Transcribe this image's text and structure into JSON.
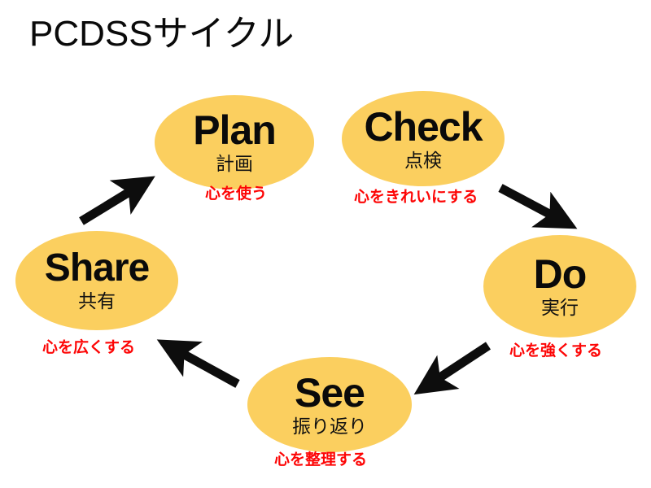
{
  "page": {
    "title": "PCDSSサイクル",
    "background_color": "#ffffff",
    "bubble_color": "#fbcf5f",
    "text_color": "#0a0a0a",
    "caption_color": "#fd0505",
    "arrow_color": "#0d0d0d"
  },
  "diagram": {
    "type": "cycle",
    "direction": "counter-clockwise",
    "nodes": [
      {
        "id": "plan",
        "label_en": "Plan",
        "label_jp": "計画",
        "caption": "心を使う"
      },
      {
        "id": "check",
        "label_en": "Check",
        "label_jp": "点検",
        "caption": "心をきれいにする"
      },
      {
        "id": "do",
        "label_en": "Do",
        "label_jp": "実行",
        "caption": "心を強くする"
      },
      {
        "id": "see",
        "label_en": "See",
        "label_jp": "振り返り",
        "caption": "心を整理する"
      },
      {
        "id": "share",
        "label_en": "Share",
        "label_jp": "共有",
        "caption": "心を広くする"
      }
    ],
    "arrows": [
      {
        "id": "check-to-do",
        "from": "check",
        "to": "do"
      },
      {
        "id": "do-to-see",
        "from": "do",
        "to": "see"
      },
      {
        "id": "see-to-share",
        "from": "see",
        "to": "share"
      },
      {
        "id": "share-to-plan",
        "from": "share",
        "to": "plan"
      }
    ]
  }
}
